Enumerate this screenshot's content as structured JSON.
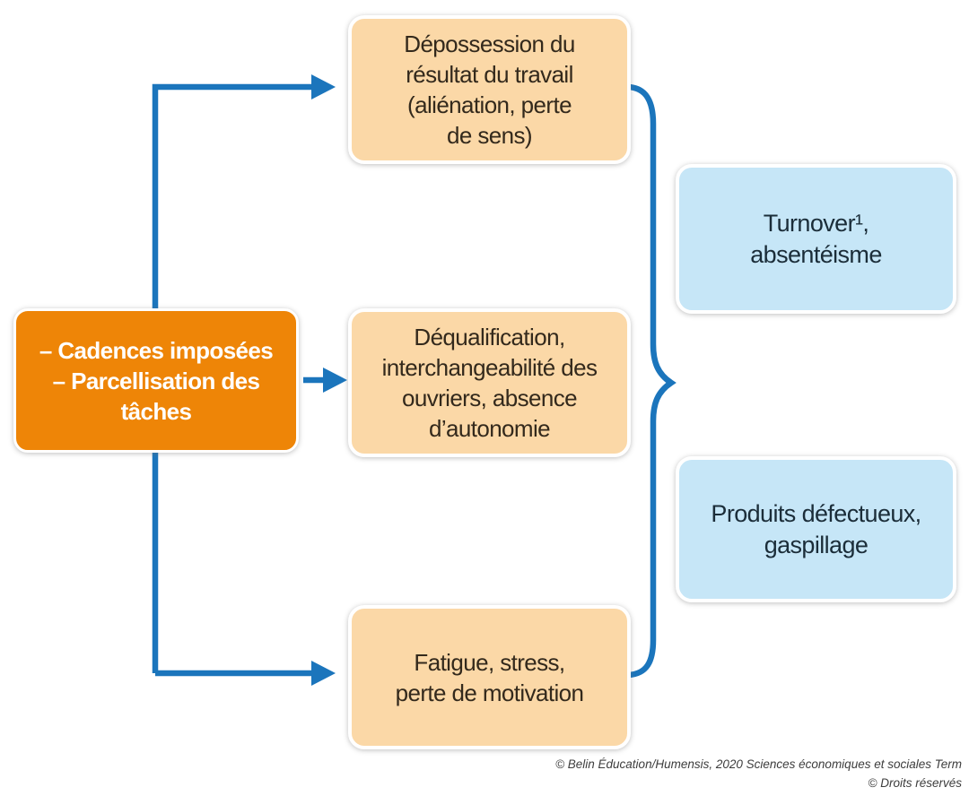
{
  "diagram": {
    "title_semantic": "Consequences of Taylorist work organisation",
    "cause_box": {
      "label": "– Cadences imposées\n– Parcellisation des\ntâches"
    },
    "effect_boxes": [
      {
        "label": "Dépossession du\nrésultat du travail\n(aliénation, perte\nde sens)"
      },
      {
        "label": "Déqualification,\ninterchangeabilité des\nouvriers, absence\nd’autonomie"
      },
      {
        "label": "Fatigue, stress,\nperte de motivation"
      }
    ],
    "outcome_boxes": [
      {
        "label": "Turnover¹,\nabsentéisme"
      },
      {
        "label": "Produits défectueux,\ngaspillage"
      }
    ]
  },
  "footer": {
    "credit_line1": "© Belin Éducation/Humensis, 2020 Sciences économiques et sociales Term",
    "credit_line2": "© Droits réservés"
  },
  "colors": {
    "connector_blue": "#1B75BC",
    "cause_box_bg": "#EE8507",
    "cause_box_text": "#FFFFFF",
    "effect_box_bg": "#FBD8A7",
    "effect_box_text": "#33291C",
    "outcome_box_bg": "#C6E6F7",
    "outcome_box_text": "#1B2D39",
    "footer_text": "#3D3D3D",
    "background": "#FFFFFF"
  }
}
